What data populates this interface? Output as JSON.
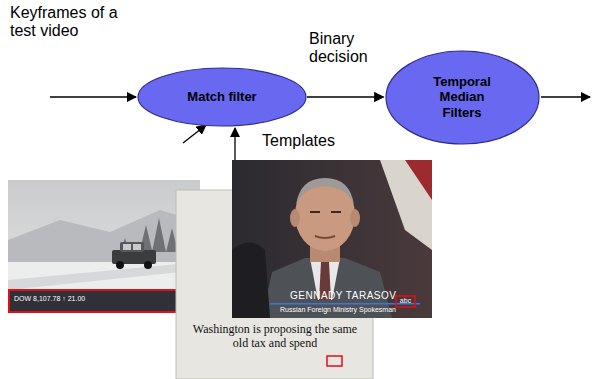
{
  "diagram": {
    "nodes": [
      {
        "text": [
          "Match filter"
        ]
      },
      {
        "text": [
          "Temporal Median Filters"
        ]
      }
    ],
    "edges": [
      {
        "from": 0,
        "to": 1,
        "label": "Binary decision",
        "arrow": "to"
      }
    ],
    "labels": [
      "Keyframes of a test video",
      "Templates",
      "DOW 8,107.78 ↑ 21.00",
      "GENNADY TARASOV",
      "Russian Foreign Ministry Spokesman",
      "Washington is proposing the same old tax and spend",
      "abc"
    ]
  }
}
